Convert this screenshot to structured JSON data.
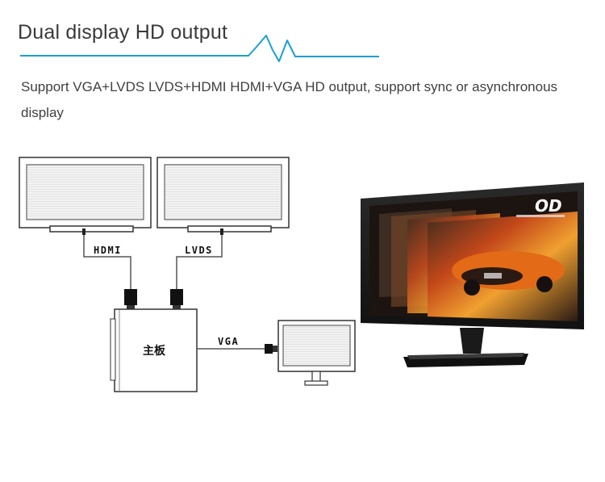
{
  "header": {
    "title": "Dual display HD output",
    "accent_color": "#1a9fd8"
  },
  "description": "Support VGA+LVDS LVDS+HDMI HDMI+VGA HD output, support  sync or asynchronous display",
  "diagram": {
    "ports": {
      "hdmi": "HDMI",
      "lvds": "LVDS",
      "vga": "VGA"
    },
    "mainboard_label": "主板",
    "monitor_brand_logo": "OD"
  }
}
